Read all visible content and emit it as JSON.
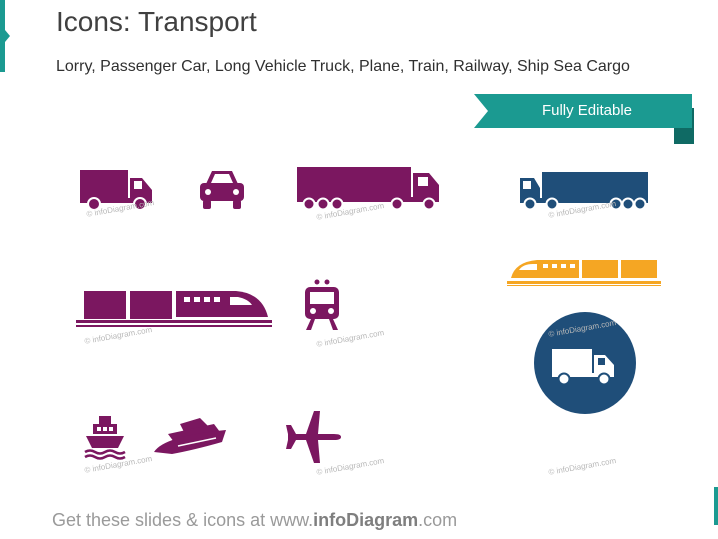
{
  "header": {
    "title": "Icons: Transport",
    "subtitle": "Lorry, Passenger Car, Long Vehicle Truck, Plane, Train, Railway, Ship Sea Cargo"
  },
  "banner": {
    "label": "Fully Editable"
  },
  "watermark": {
    "text": "© infoDiagram.com"
  },
  "footer": {
    "prefix": "Get these slides & icons at www.",
    "brand": "infoDiagram",
    "suffix": ".com"
  },
  "colors": {
    "purple": "#7b1760",
    "navy": "#1f4e79",
    "orange": "#f5a623",
    "teal": "#1b9a91",
    "teal_dark": "#0f6a64"
  },
  "icons": [
    "lorry-icon",
    "passenger-car-icon",
    "long-vehicle-truck-icon",
    "cargo-truck-icon",
    "high-speed-train-icon",
    "metro-train-icon",
    "railway-train-icon",
    "delivery-truck-circle-icon",
    "cruise-ship-icon",
    "sea-cargo-ship-icon",
    "plane-icon"
  ]
}
